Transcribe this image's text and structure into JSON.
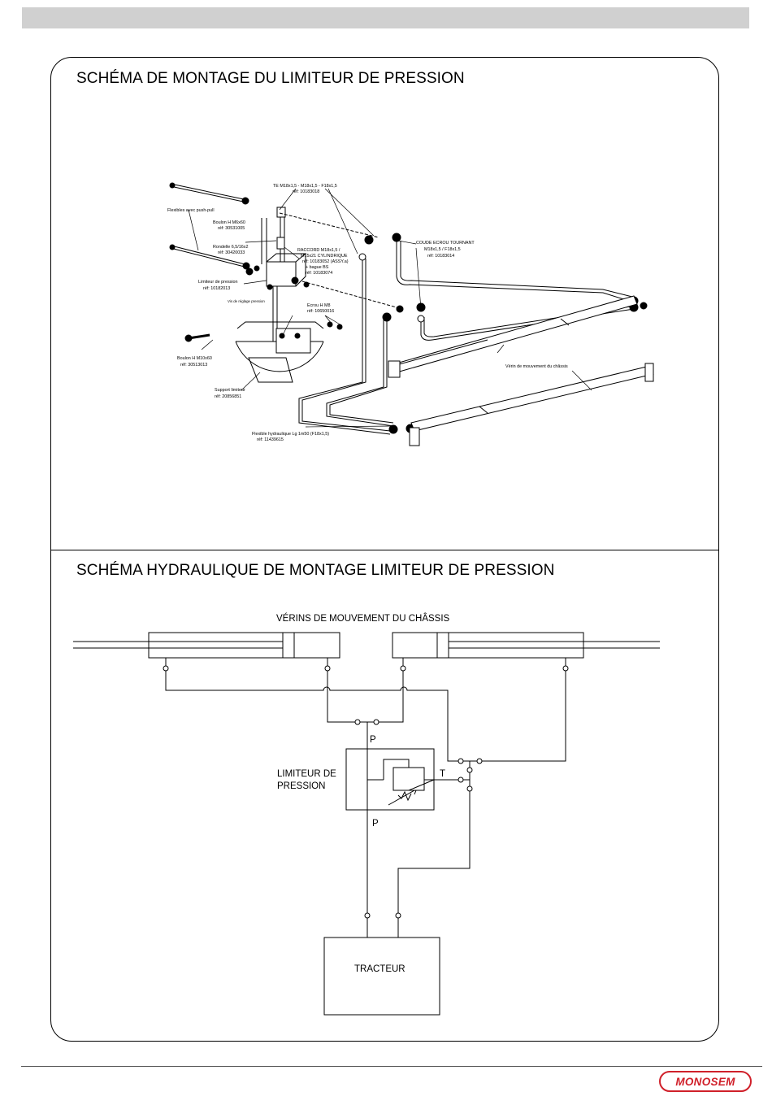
{
  "diagram1": {
    "title": "SCHÉMA DE MONTAGE DU LIMITEUR DE PRESSION",
    "labels": {
      "flexibles": "Flexibles avec push-pull",
      "te_1": "TE M18x1,5 - M18x1,5 - F18x1,5",
      "te_2": "réf: 10183018",
      "boulon_top_1": "Boulon H M6x60",
      "boulon_top_2": "réf: 30531005",
      "rondelle_1": "Rondelle 6,5/16x2",
      "rondelle_2": "réf: 30420033",
      "limiteur_1": "Limiteur de pression",
      "limiteur_2": "réf: 10182013",
      "vis_reglage": "Vis de réglage pression",
      "raccord_1": "RACCORD M18x1,5 /",
      "raccord_2": "M15x21 CYLINDRIQUE",
      "raccord_3": "réf: 10183052 (ASSY.a)",
      "raccord_4": "+ bague BS",
      "raccord_5": "réf: 10183074",
      "coude_1": "COUDE ECROU TOURNANT",
      "coude_2": "M18x1,5 / F18x1,5",
      "coude_3": "réf: 10183014",
      "ecrou_1": "Ecrou H M8",
      "ecrou_2": "réf: 10650016",
      "boulon_bot_1": "Boulon H M10x60",
      "boulon_bot_2": "réf: 30513013",
      "support_1": "Support limiteur",
      "support_2": "réf: 20856851",
      "verin": "Vérin de mouvement du châssis",
      "flexible_hyd_1": "Flexible hydraulique Lg 1m50 (F18x1,5)",
      "flexible_hyd_2": "réf: 11439615"
    }
  },
  "diagram2": {
    "title": "SCHÉMA HYDRAULIQUE DE MONTAGE LIMITEUR DE PRESSION",
    "cylinders_label": "VÉRINS DE MOUVEMENT DU CHÂSSIS",
    "limiter_label_line1": "LIMITEUR DE",
    "limiter_label_line2": "PRESSION",
    "port_p_top": "P",
    "port_p_bottom": "P",
    "port_t": "T",
    "tractor_label": "TRACTEUR"
  },
  "footer": {
    "logo_text": "MONOSEM",
    "logo_color": "#d0202a"
  }
}
